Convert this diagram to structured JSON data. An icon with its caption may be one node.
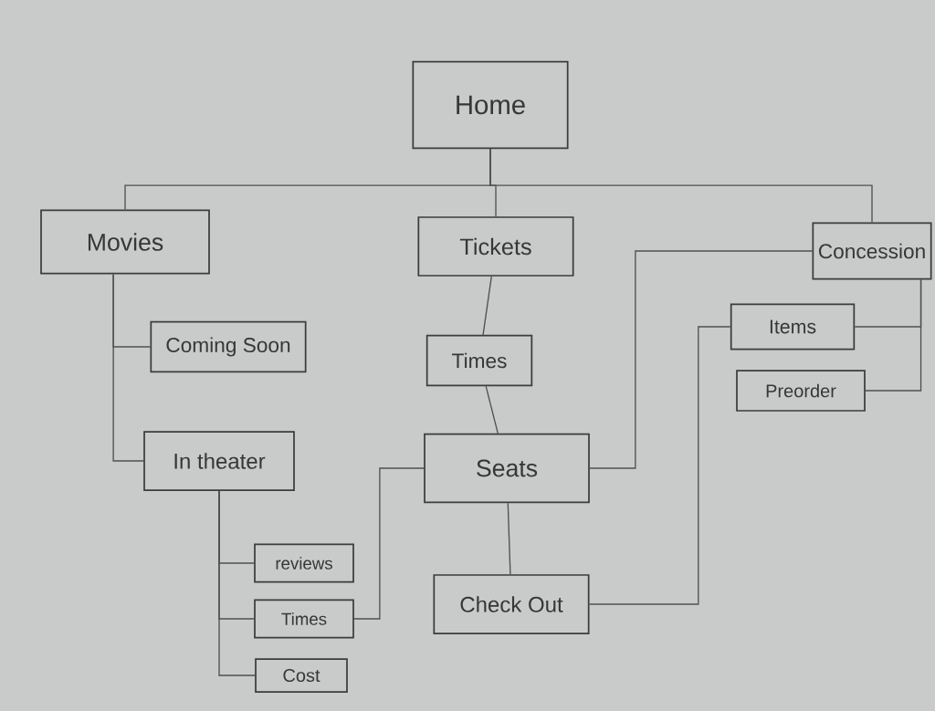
{
  "diagram": {
    "nodes": [
      {
        "text": [
          "Home"
        ]
      },
      {
        "text": [
          "Movies"
        ]
      },
      {
        "text": [
          "Tickets"
        ]
      },
      {
        "text": [
          "Concession"
        ]
      },
      {
        "text": [
          "Coming Soon"
        ]
      },
      {
        "text": [
          "Times"
        ]
      },
      {
        "text": [
          "Items"
        ]
      },
      {
        "text": [
          "Preorder"
        ]
      },
      {
        "text": [
          "In theater"
        ]
      },
      {
        "text": [
          "Seats"
        ]
      },
      {
        "text": [
          "reviews"
        ]
      },
      {
        "text": [
          "Times"
        ]
      },
      {
        "text": [
          "Check Out"
        ]
      },
      {
        "text": [
          "Cost"
        ]
      }
    ],
    "edges": [
      {
        "from": 0,
        "to": 1,
        "arrow": "none"
      },
      {
        "from": 0,
        "to": 2,
        "arrow": "none"
      },
      {
        "from": 0,
        "to": 3,
        "arrow": "none"
      },
      {
        "from": 1,
        "to": 4,
        "arrow": "none"
      },
      {
        "from": 1,
        "to": 8,
        "arrow": "none"
      },
      {
        "from": 8,
        "to": 10,
        "arrow": "none"
      },
      {
        "from": 8,
        "to": 11,
        "arrow": "none"
      },
      {
        "from": 8,
        "to": 13,
        "arrow": "none"
      },
      {
        "from": 2,
        "to": 5,
        "arrow": "none"
      },
      {
        "from": 5,
        "to": 9,
        "arrow": "none"
      },
      {
        "from": 9,
        "to": 12,
        "arrow": "none"
      },
      {
        "from": 11,
        "to": 9,
        "arrow": "none"
      },
      {
        "from": 9,
        "to": 3,
        "arrow": "none"
      },
      {
        "from": 3,
        "to": 6,
        "arrow": "none"
      },
      {
        "from": 3,
        "to": 7,
        "arrow": "none"
      },
      {
        "from": 6,
        "to": 12,
        "arrow": "none"
      }
    ]
  }
}
